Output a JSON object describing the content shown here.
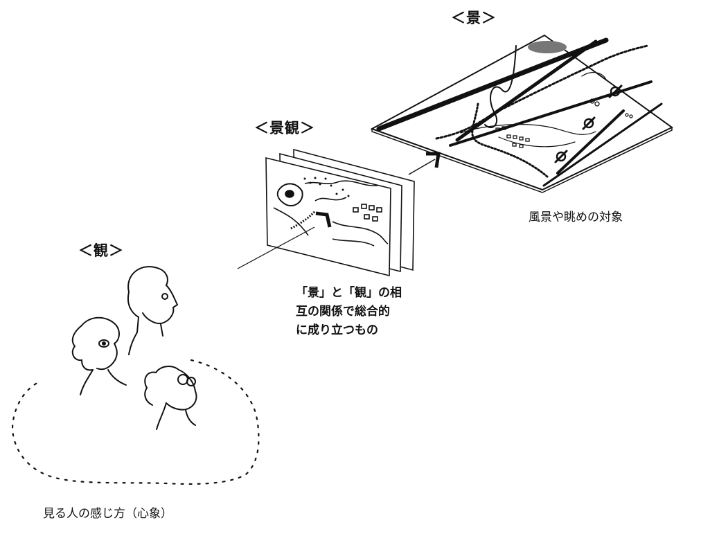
{
  "labels": {
    "kei": "＜景＞",
    "keikan": "＜景観＞",
    "kan": "＜観＞"
  },
  "captions": {
    "scenery": "風景や眺めの対象",
    "relation_lines": [
      "「景」と「観」の相",
      "互の関係で総合的",
      "に成り立つもの"
    ],
    "viewer": "見る人の感じ方（心象）"
  },
  "colors": {
    "ink": "#111111",
    "background": "#ffffff"
  }
}
